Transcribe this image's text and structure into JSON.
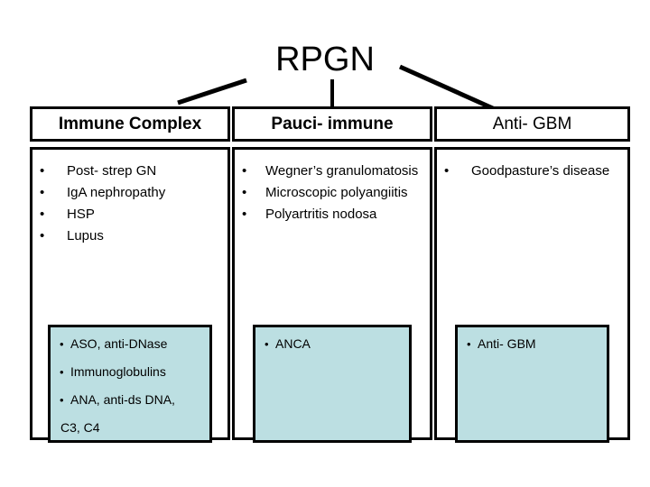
{
  "slide": {
    "title": "RPGN",
    "bullet_glyph": "•",
    "colors": {
      "test_box_fill": "#bcdfe2",
      "border": "#000000",
      "background": "#ffffff",
      "text": "#000000"
    }
  },
  "columns": [
    {
      "header": "Immune Complex",
      "causes": [
        "Post- strep GN",
        "IgA nephropathy",
        "HSP",
        "Lupus"
      ],
      "tests": [
        "ASO, anti-DNase",
        "Immunoglobulins",
        "ANA, anti-ds DNA,"
      ],
      "tests_continuation": "C3, C4"
    },
    {
      "header": "Pauci- immune",
      "causes": [
        "Wegner’s granulomatosis",
        "Microscopic polyangiitis",
        "Polyartritis nodosa"
      ],
      "tests": [
        "ANCA"
      ],
      "tests_continuation": ""
    },
    {
      "header": "Anti- GBM",
      "causes": [
        "Goodpasture’s disease"
      ],
      "tests": [
        "Anti- GBM"
      ],
      "tests_continuation": ""
    }
  ]
}
